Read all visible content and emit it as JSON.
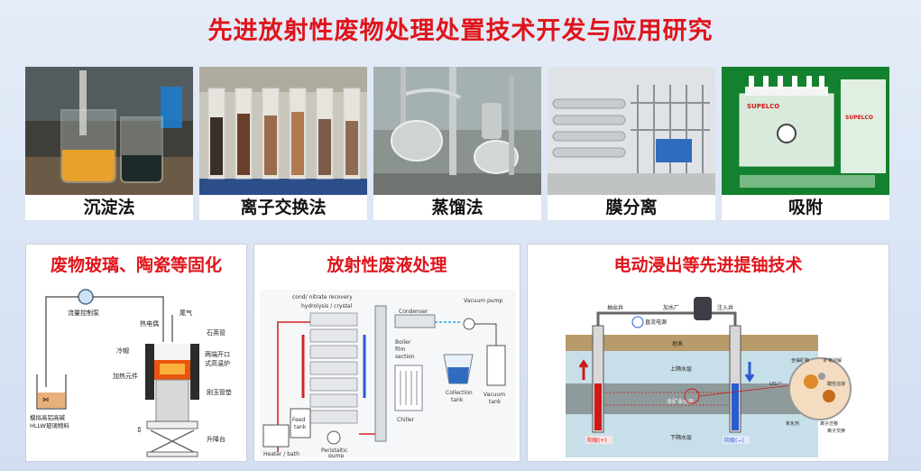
{
  "title": "先进放射性废物处理处置技术开发与应用研究",
  "photos": [
    {
      "caption": "沉淀法"
    },
    {
      "caption": "离子交换法"
    },
    {
      "caption": "蒸馏法"
    },
    {
      "caption": "膜分离"
    },
    {
      "caption": "吸附"
    }
  ],
  "adsorb_brand": "SUPELCO",
  "panels": {
    "left": {
      "title": "废物玻璃、陶瓷等固化",
      "labels": {
        "pump": "流量控制泵",
        "thermocouple": "热电偶",
        "exhaust": "尾气",
        "quartz": "石英管",
        "cold": "冷帽",
        "furnace_1": "两端开口",
        "furnace_2": "式高温炉",
        "heater": "加热元件",
        "pad": "刚玉管垫",
        "lift": "升降台",
        "material_1": "模拟高铝高碱",
        "material_2": "HLLW玻璃物料"
      }
    },
    "middle": {
      "title": "放射性废液处理",
      "labels": {
        "cond": "cond/ nitrate recovery",
        "hydro": "hydrolysis / crystal",
        "condenser": "Condenser",
        "vacuum": "Vacuum pump",
        "boiler_1": "Boiler",
        "boiler_2": "film",
        "boiler_3": "section",
        "collection_1": "Collection",
        "collection_2": "tank",
        "chiller": "Chiller",
        "feed_1": "Feed",
        "feed_2": "tank",
        "peristaltic_1": "Peristaltic",
        "peristaltic_2": "pump",
        "heater": "Heater / bath",
        "vacuum_tank_1": "Vacuum",
        "vacuum_tank_2": "tank"
      }
    },
    "right": {
      "title": "电动浸出等先进提铀技术",
      "labels": {
        "extract": "抽出井",
        "inject": "注入井",
        "power": "直流电源",
        "plant": "加水厂",
        "ground": "地表",
        "upper": "上隔水层",
        "ore": "含矿含水层",
        "lower": "下隔水层",
        "anode": "阳极(+)",
        "cathode": "阴极(−)",
        "mineral": "含铀矿物",
        "leach": "矿物溶解",
        "migrate": "离子迁移",
        "uo2": "UO₂²⁺",
        "oxidant": "氧化剂",
        "acid": "酸性溶液",
        "ion": "离子交换"
      }
    }
  }
}
